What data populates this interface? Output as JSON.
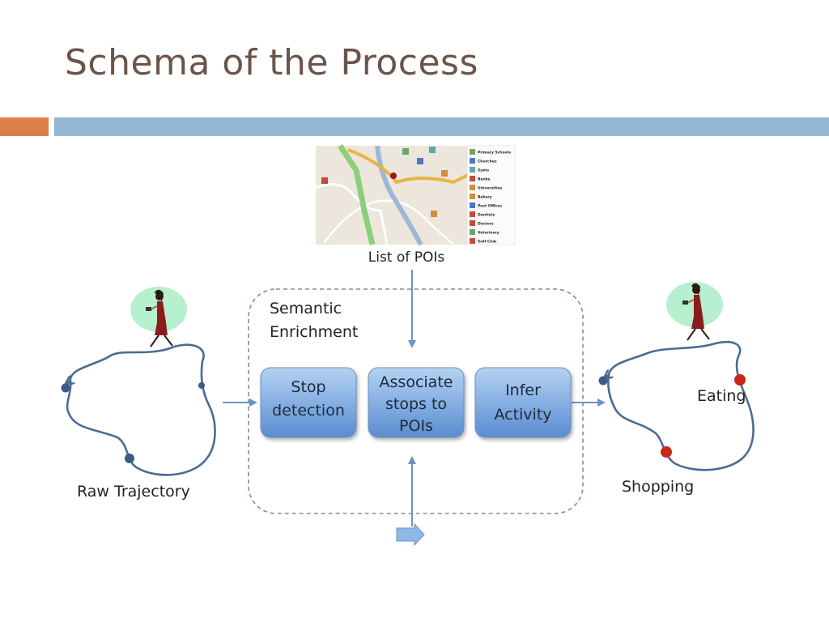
{
  "slide": {
    "title": "Schema of the Process"
  },
  "diagram": {
    "poi_map": {
      "caption": "List of POIs",
      "legend": [
        "Primary Schools",
        "Churches",
        "Gyms",
        "Banks",
        "Universities",
        "Bakery",
        "Post Offices",
        "Dentists",
        "Doctors",
        "Veterinary",
        "Golf Club"
      ]
    },
    "group_label": {
      "line1": "Semantic",
      "line2": "Enrichment"
    },
    "steps": [
      {
        "line1": "Stop",
        "line2": "detection",
        "line3": ""
      },
      {
        "line1": "Associate",
        "line2": "stops to",
        "line3": "POIs"
      },
      {
        "line1": "Infer",
        "line2": "Activity",
        "line3": ""
      }
    ],
    "left_label": "Raw Trajectory",
    "right_labels": {
      "eating": "Eating",
      "shopping": "Shopping"
    },
    "colors": {
      "box_top": "#a9c9ee",
      "box_bottom": "#5c8fd0",
      "arrow": "#6d93c4",
      "trajectory": "#4a6b96",
      "stop_dot": "#3d5a85",
      "activity_dot": "#c9261c",
      "group_border": "#7a8ea6",
      "person_bg": "#b7f0cf"
    }
  }
}
